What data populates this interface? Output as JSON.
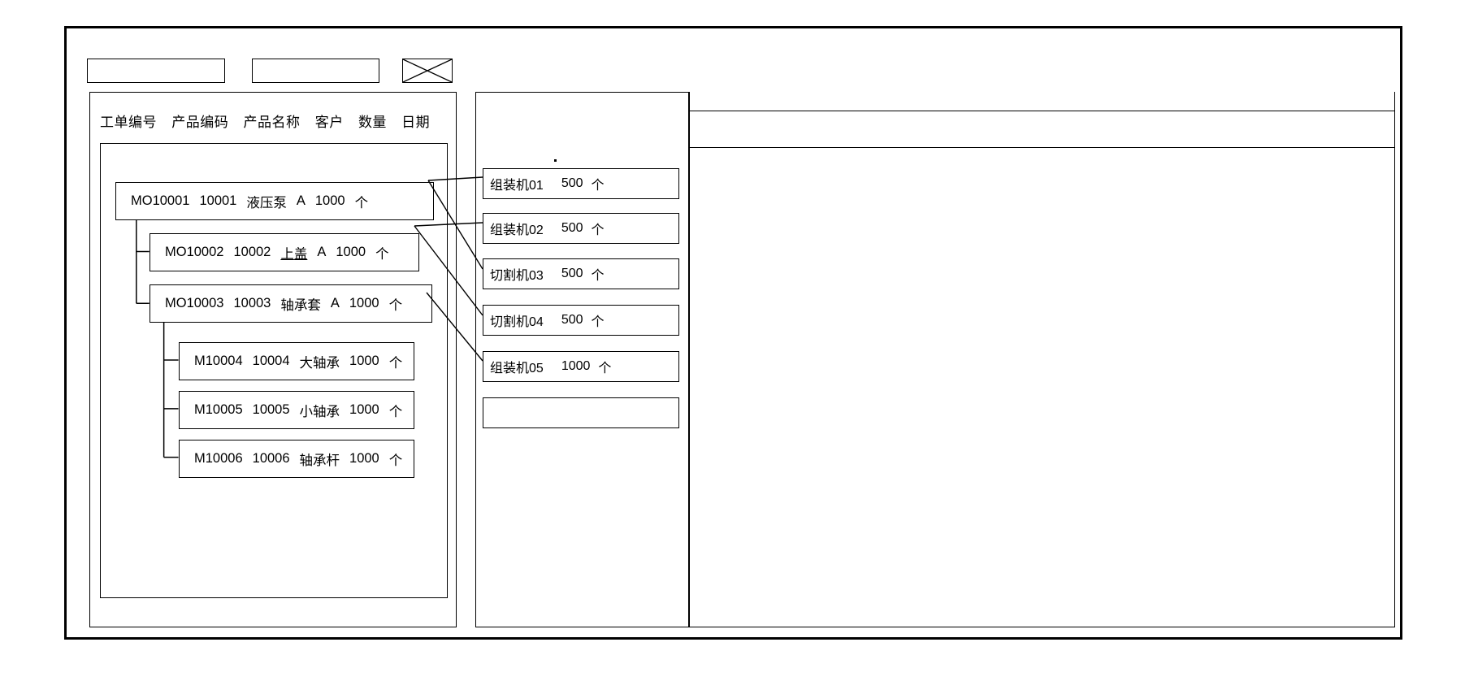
{
  "window": {
    "title": ""
  },
  "toolbar": {
    "field_1_value": "",
    "field_1_placeholder": "",
    "field_2_value": "",
    "field_2_placeholder": "",
    "icon": "crossed-box-icon"
  },
  "left_panel": {
    "columns": [
      "工单编号",
      "产品编码",
      "产品名称",
      "客户",
      "数量",
      "日期"
    ],
    "rows": [
      {
        "level": 0,
        "order_no": "MO10001",
        "product_code": "10001",
        "product_name": "液压泵",
        "customer": "A",
        "quantity": "1000",
        "unit": "个",
        "date": ""
      },
      {
        "level": 1,
        "order_no": "MO10002",
        "product_code": "10002",
        "product_name": "上盖",
        "customer": "A",
        "quantity": "1000",
        "unit": "个",
        "date": ""
      },
      {
        "level": 1,
        "order_no": "MO10003",
        "product_code": "10003",
        "product_name": "轴承套",
        "customer": "A",
        "quantity": "1000",
        "unit": "个",
        "date": ""
      },
      {
        "level": 2,
        "order_no": "M10004",
        "product_code": "10004",
        "product_name": "大轴承",
        "customer": "",
        "quantity": "1000",
        "unit": "个",
        "date": ""
      },
      {
        "level": 2,
        "order_no": "M10005",
        "product_code": "10005",
        "product_name": "小轴承",
        "customer": "",
        "quantity": "1000",
        "unit": "个",
        "date": ""
      },
      {
        "level": 2,
        "order_no": "M10006",
        "product_code": "10006",
        "product_name": "轴承杆",
        "customer": "",
        "quantity": "1000",
        "unit": "个",
        "date": ""
      }
    ]
  },
  "mid_panel": {
    "rows": [
      {
        "machine": "组装机01",
        "quantity": "500",
        "unit": "个"
      },
      {
        "machine": "组装机02",
        "quantity": "500",
        "unit": "个"
      },
      {
        "machine": "切割机03",
        "quantity": "500",
        "unit": "个"
      },
      {
        "machine": "切割机04",
        "quantity": "500",
        "unit": "个"
      },
      {
        "machine": "组装机05",
        "quantity": "1000",
        "unit": "个"
      },
      {
        "machine": "",
        "quantity": "",
        "unit": ""
      }
    ]
  },
  "right_panel": {
    "header_text": "",
    "body_text": ""
  },
  "colors": {
    "border": "#000000",
    "background": "#ffffff",
    "text": "#000000"
  }
}
